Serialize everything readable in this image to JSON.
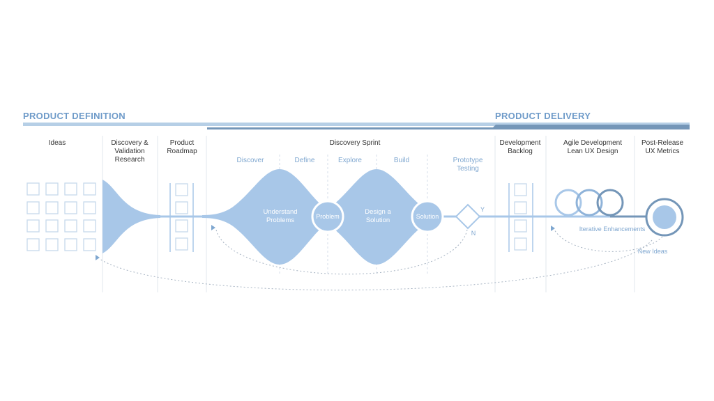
{
  "headers": {
    "definition": "PRODUCT DEFINITION",
    "delivery": "PRODUCT DELIVERY"
  },
  "columns": {
    "ideas": "Ideas",
    "discovery_validation": "Discovery &\nValidation\nResearch",
    "product_roadmap": "Product\nRoadmap",
    "discovery_sprint": "Discovery Sprint",
    "development_backlog": "Development\nBacklog",
    "agile_development": "Agile Development\nLean UX Design",
    "post_release": "Post-Release\nUX Metrics"
  },
  "sprint_phases": {
    "discover": "Discover",
    "define": "Define",
    "explore": "Explore",
    "build": "Build",
    "prototype_testing": "Prototype\nTesting"
  },
  "shapes": {
    "understand_problems": "Understand\nProblems",
    "problem": "Problem",
    "design_solution": "Design a\nSolution",
    "solution": "Solution"
  },
  "decision": {
    "yes": "Y",
    "no": "N"
  },
  "loops": {
    "iterative": "Iterative Enhancements",
    "new_ideas": "New Ideas"
  },
  "colors": {
    "light": "#a8c7e8",
    "mid": "#8fb3d9",
    "dark": "#6f8fb0",
    "text_blue": "#7fa7d0"
  }
}
